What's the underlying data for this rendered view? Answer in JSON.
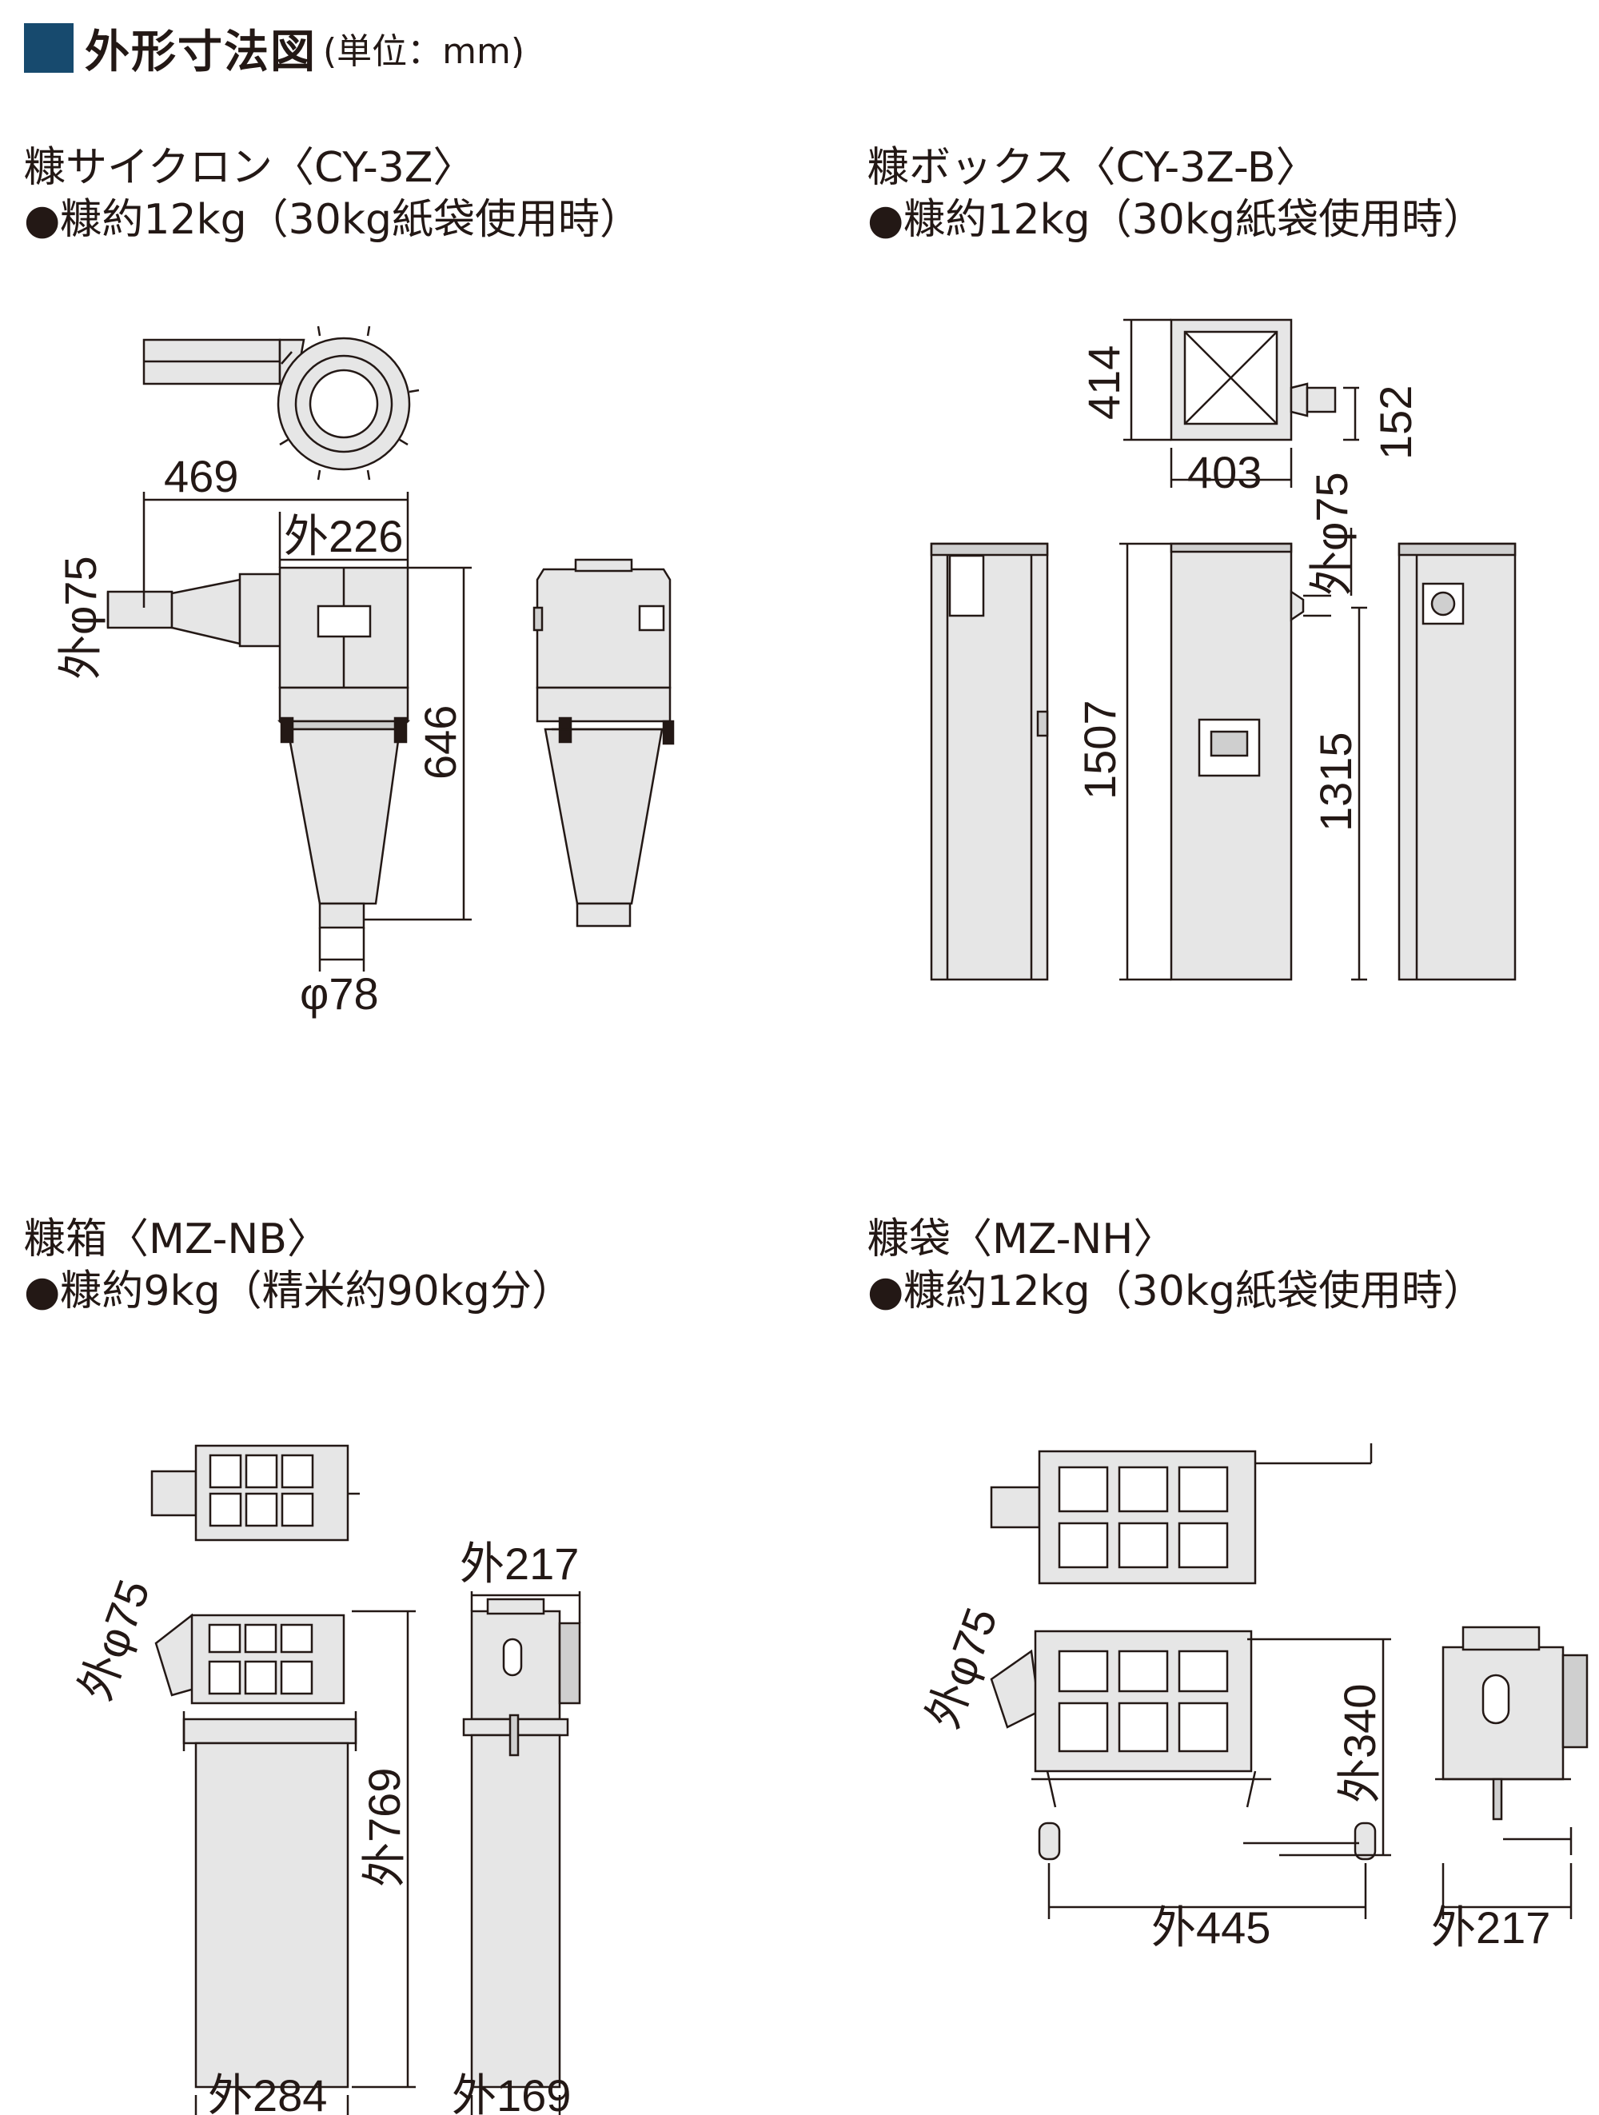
{
  "header": {
    "title": "外形寸法図",
    "unit": "(単位：mm)",
    "accent_color": "#174a6e"
  },
  "sections": [
    {
      "title": "糠サイクロン〈CY-3Z〉",
      "spec": "●糠約12kg（30kg紙袋使用時）",
      "dims": {
        "width_top": "469",
        "outer_width": "外226",
        "height": "646",
        "inlet": "外φ75",
        "outlet": "φ78"
      }
    },
    {
      "title": "糠ボックス〈CY-3Z-B〉",
      "spec": "●糠約12kg（30kg紙袋使用時）",
      "dims": {
        "depth": "414",
        "width": "403",
        "side": "152",
        "inlet": "外φ75",
        "height": "1507",
        "inlet_height": "1315"
      }
    },
    {
      "title": "糠箱〈MZ-NB〉",
      "spec": "●糠約9kg（精米約90kg分）",
      "dims": {
        "inlet": "外φ75",
        "height": "外769",
        "width": "外284",
        "top_width": "外217",
        "side_width": "外169"
      }
    },
    {
      "title": "糠袋〈MZ-NH〉",
      "spec": "●糠約12kg（30kg紙袋使用時）",
      "dims": {
        "inlet": "外φ75",
        "height": "外340",
        "width": "外445",
        "side_width": "外217"
      }
    }
  ],
  "colors": {
    "line": "#231815",
    "fill": "#e6e6e6",
    "fill_dark": "#cfcfcf"
  }
}
